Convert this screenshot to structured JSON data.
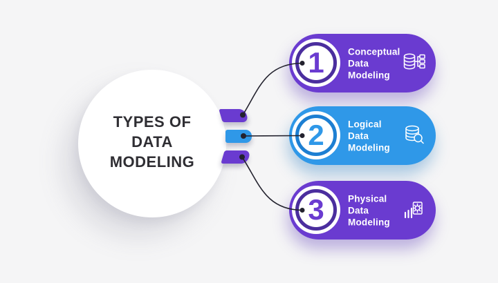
{
  "background": "#f5f5f6",
  "colors": {
    "connector": "#23222e",
    "title_text": "#2f2e33",
    "pill_text": "#ffffff",
    "purple": "#6a3bd0",
    "purple_ring": "#4b2e9e",
    "blue": "#2f98e8",
    "blue_ring": "#1d7fd2",
    "circle_bg": "#ffffff"
  },
  "title": {
    "lines": [
      "TYPES OF",
      "DATA",
      "MODELING"
    ]
  },
  "items": [
    {
      "number": "1",
      "label_lines": [
        "Conceptual",
        "Data",
        "Modeling"
      ],
      "color": "#6a3bd0",
      "ring_color": "#4b2e9e",
      "icon": "database-schema-icon"
    },
    {
      "number": "2",
      "label_lines": [
        "Logical",
        "Data",
        "Modeling"
      ],
      "color": "#2f98e8",
      "ring_color": "#1d7fd2",
      "icon": "database-search-icon"
    },
    {
      "number": "3",
      "label_lines": [
        "Physical",
        "Data",
        "Modeling"
      ],
      "color": "#6a3bd0",
      "ring_color": "#4b2e9e",
      "icon": "chart-gear-icon"
    }
  ]
}
